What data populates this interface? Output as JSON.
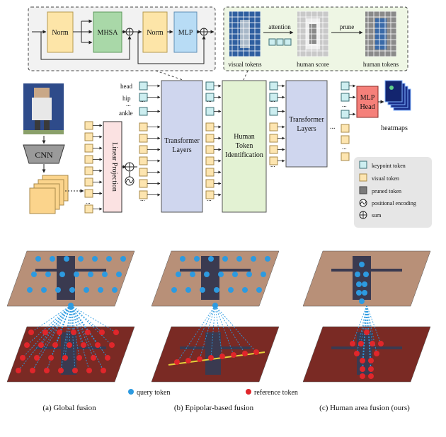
{
  "top_block": {
    "norm1": "Norm",
    "mhsa": "MHSA",
    "norm2": "Norm",
    "mlp": "MLP"
  },
  "token_pruning": {
    "attention": "attention",
    "prune": "prune",
    "visual_tokens": "visual tokens",
    "human_score": "human score",
    "human_tokens": "human tokens"
  },
  "pipeline": {
    "cnn": "CNN",
    "linear_projection": "Linear Projection",
    "transformer_layers_1": [
      "Transformer",
      "Layers"
    ],
    "human_token_id": [
      "Human",
      "Token",
      "Identification"
    ],
    "transformer_layers_2": [
      "Transformer",
      "Layers"
    ],
    "mlp_head": [
      "MLP",
      "Head"
    ],
    "heatmaps": "heatmaps",
    "keypoint_labels": [
      "head",
      "hip",
      "ankle"
    ],
    "dots": "..."
  },
  "legend": {
    "items": [
      "keypoint token",
      "visual token",
      "pruned token",
      "positional encoding",
      "sum"
    ]
  },
  "fusion_legend": {
    "query": "query token",
    "reference": "reference token"
  },
  "captions": [
    "(a) Global fusion",
    "(b) Epipolar-based fusion",
    "(c) Human area fusion (ours)"
  ],
  "colors": {
    "keypoint_token": "#cdeef0",
    "visual_token": "#fde5b0",
    "pruned_token": "#7a7a7a",
    "norm": "#fde5a8",
    "mhsa": "#a9d8a8",
    "mlp": "#b8dcf5",
    "transformer": "#cfd6ee",
    "human_token_id": "#e3f2d3",
    "mlp_head": "#f5807a",
    "linear_projection": "#fbe2e2",
    "query": "#2d9ae0",
    "reference": "#e0262b"
  }
}
